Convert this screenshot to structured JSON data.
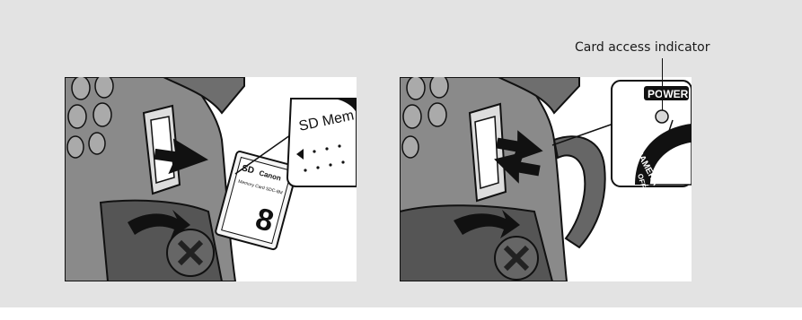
{
  "callout": {
    "label": "Card access indicator"
  },
  "card": {
    "logo": "SD",
    "brand": "Canon",
    "product": "Memory Card SDC-8M",
    "capacity": "8"
  },
  "zoom": {
    "text": "SD Mem"
  },
  "dial": {
    "power_label": "POWER",
    "camera_label": "CAMERA",
    "off_label": "OFF"
  }
}
